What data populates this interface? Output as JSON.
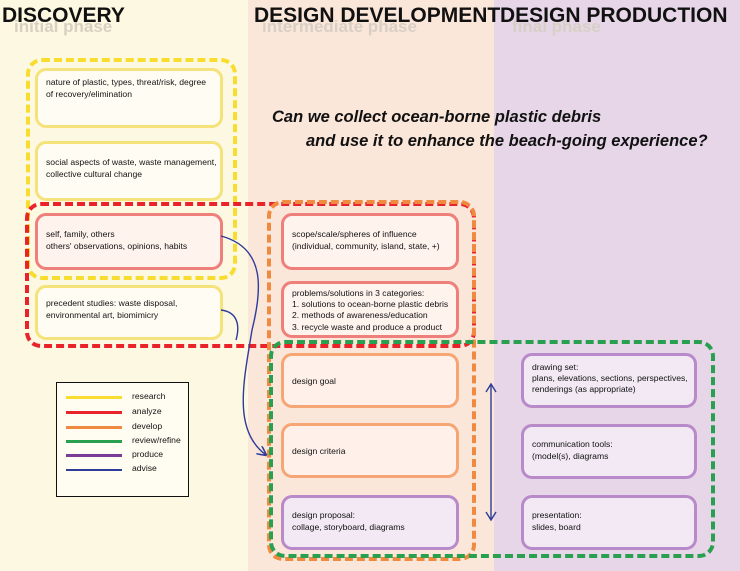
{
  "phases": {
    "discovery": {
      "title": "DISCOVERY",
      "subtitle": "initial phase"
    },
    "development": {
      "title": "DESIGN DEVELOPMENT",
      "subtitle": "intermediate phase"
    },
    "production": {
      "title": "DESIGN PRODUCTION",
      "subtitle": "final phase"
    }
  },
  "question": {
    "line1": "Can we collect ocean-borne plastic debris",
    "line2": "and use it to enhance the beach-going experience?"
  },
  "discovery_boxes": {
    "plastic": [
      "nature of plastic, types, threat/risk, degree",
      "of recovery/elimination"
    ],
    "social": [
      "social aspects of waste, waste management,",
      "collective cultural change"
    ],
    "self": [
      "self, family, others",
      "others' observations, opinions, habits"
    ],
    "precedent": [
      "precedent studies: waste disposal,",
      "environmental art, biomimicry"
    ]
  },
  "development_boxes": {
    "scope": [
      "scope/scale/spheres of influence",
      "(individual, community, island, state,  +)"
    ],
    "problems": [
      "problems/solutions in 3 categories:",
      "1. solutions to ocean-borne plastic debris",
      "2. methods of awareness/education",
      "3. recycle waste and produce a product"
    ],
    "goal": [
      "design goal"
    ],
    "criteria": [
      "design criteria"
    ],
    "proposal": [
      "design proposal:",
      "collage, storyboard, diagrams"
    ]
  },
  "production_boxes": {
    "drawing": [
      "drawing set:",
      "plans, elevations, sections, perspectives,",
      "renderings (as appropriate)"
    ],
    "communication": [
      "communication tools:",
      "(model(s), diagrams"
    ],
    "presentation": [
      "presentation:",
      "slides, board"
    ]
  },
  "legend": [
    {
      "label": "research",
      "color": "#f8dc2e"
    },
    {
      "label": "analyze",
      "color": "#e8242a"
    },
    {
      "label": "develop",
      "color": "#f08a40"
    },
    {
      "label": "review/refine",
      "color": "#28a050"
    },
    {
      "label": "produce",
      "color": "#7a3c96"
    },
    {
      "label": "advise",
      "color": "#2e3c9a"
    }
  ]
}
